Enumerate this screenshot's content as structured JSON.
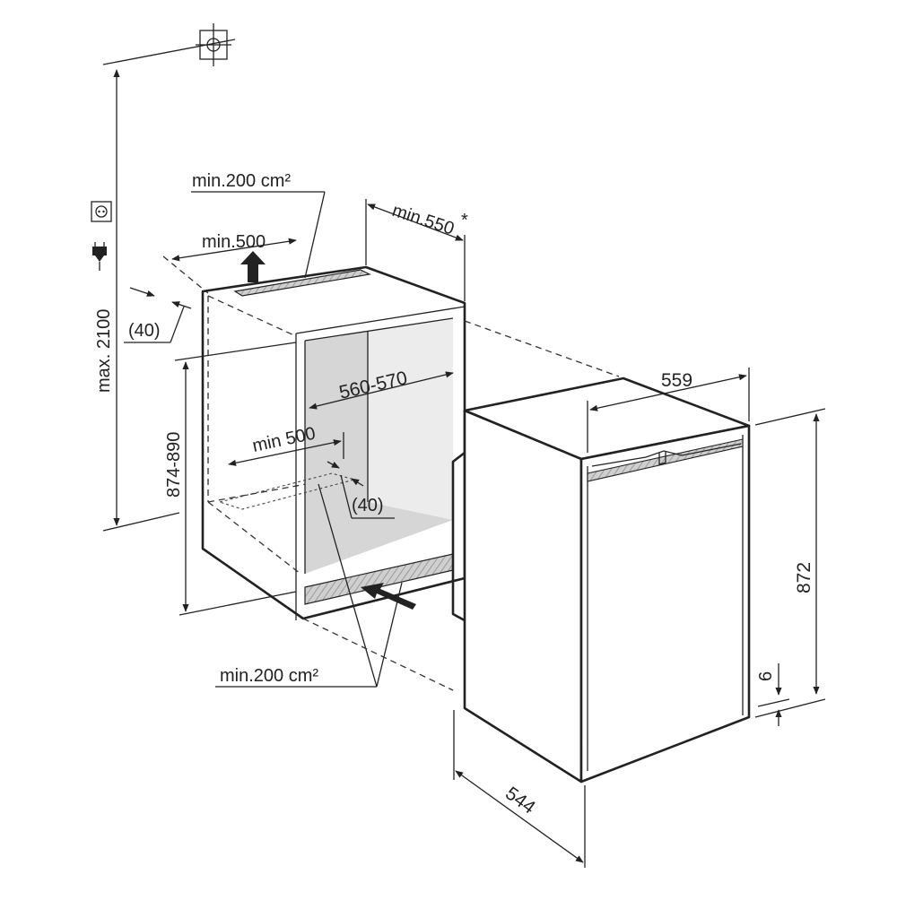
{
  "labels": {
    "vent_top_area": "min.200 cm²",
    "vent_top_depth": "min.500",
    "door_clearance": "min.550",
    "door_clearance_note": "*",
    "gap_top": "(40)",
    "max_height": "max. 2100",
    "niche_height": "874-890",
    "niche_width": "560-570",
    "floor_depth": "min 500",
    "gap_bottom": "(40)",
    "vent_bottom_area": "min.200 cm²",
    "appliance_width": "559",
    "appliance_height": "872",
    "door_offset": "6",
    "appliance_depth": "544"
  },
  "icons": {
    "ceiling_light": "ceiling-light-icon",
    "socket": "socket-icon",
    "plug": "plug-icon"
  },
  "colors": {
    "line": "#222222",
    "interior": "#d6d6d6",
    "vent_grille": "#bdbdbd"
  }
}
